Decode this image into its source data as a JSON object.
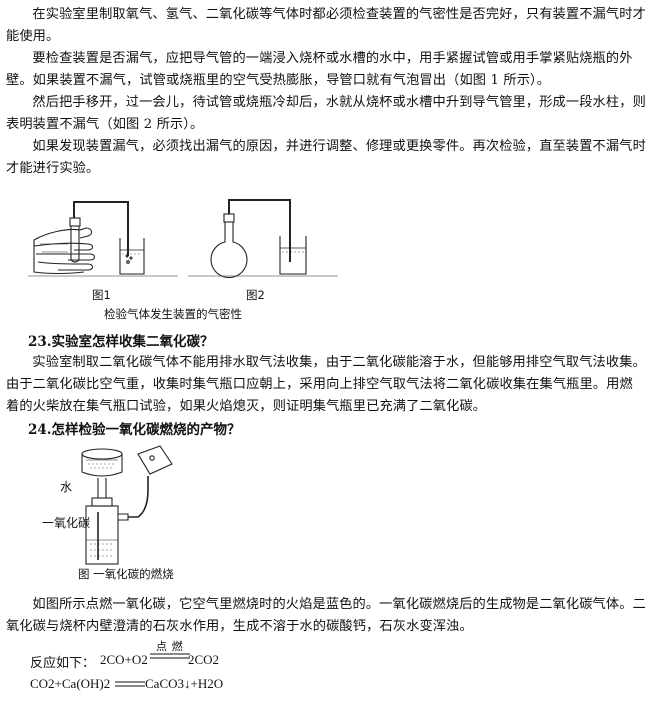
{
  "paragraphs": {
    "p1": "在实验室里制取氧气、氢气、二氧化碳等气体时都必须检查装置的气密性是否完好，只有装置不漏气时才能使用。",
    "p2": "要检查装置是否漏气，应把导气管的一端浸入烧杯或水槽的水中，用手紧握试管或用手掌紧贴烧瓶的外壁。如果装置不漏气，试管或烧瓶里的空气受热膨胀，导管口就有气泡冒出（如图 1 所示）。",
    "p3": "然后把手移开，过一会儿，待试管或烧瓶冷却后，水就从烧杯或水槽中升到导气管里，形成一段水柱，则表明装置不漏气（如图 2 所示）。",
    "p4": "如果发现装置漏气，必须找出漏气的原因，并进行调整、修理或更换零件。再次检验，直至装置不漏气时才能进行实验。"
  },
  "figure1": {
    "label1": "图1",
    "label2": "图2",
    "caption": "检验气体发生装置的气密性"
  },
  "section23": {
    "heading": "23.实验室怎样收集二氧化碳？",
    "body": "实验室制取二氧化碳气体不能用排水取气法收集，由于二氧化碳能溶于水，但能够用排空气取气法收集。由于二氧化碳比空气重，收集时集气瓶口应朝上，采用向上排空气取气法将二氧化碳收集在集气瓶里。用燃着的火柴放在集气瓶口试验，如果火焰熄灭，则证明集气瓶里已充满了二氧化碳。"
  },
  "section24": {
    "heading": "24.怎样检验一氧化碳燃烧的产物？",
    "label_water": "水",
    "label_co": "一氧化碳",
    "caption": "图 一氧化碳的燃烧",
    "body": "如图所示点燃一氧化碳，它空气里燃烧时的火焰是蓝色的。一氧化碳燃烧后的生成物是二氧化碳气体。二氧化碳与烧杯内壁澄清的石灰水作用，生成不溶于水的碳酸钙，石灰水变浑浊。"
  },
  "reaction": {
    "intro": "反应如下：",
    "eq1_left": "2CO+O2",
    "eq1_cond": "点 燃",
    "eq1_right": "2CO2",
    "eq2_left": "CO2+Ca(OH)2",
    "eq2_right": "CaCO3↓+H2O"
  }
}
